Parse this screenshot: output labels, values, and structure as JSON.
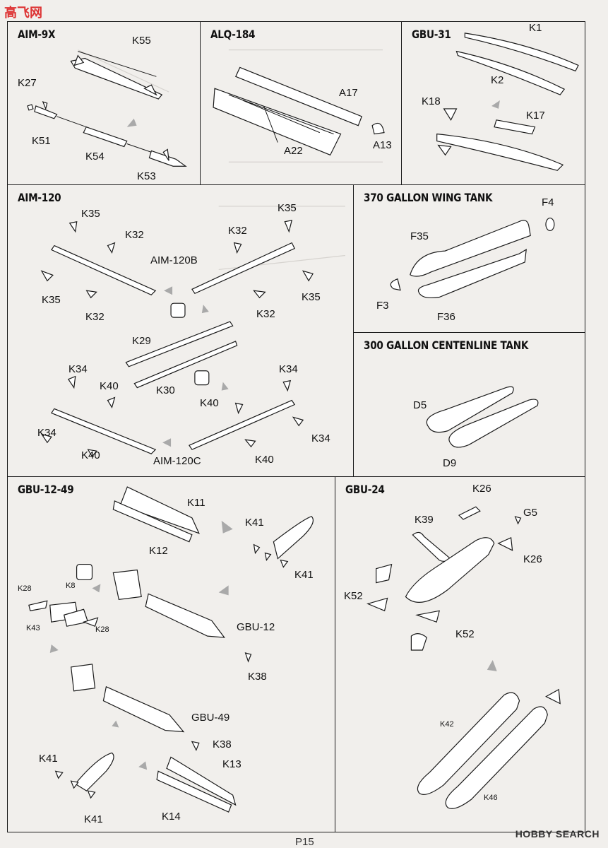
{
  "watermark_tl": "高飞网",
  "watermark_br": "HOBBY SEARCH",
  "page_number": "P15",
  "panels": {
    "aim9x": {
      "title": "AIM-9X",
      "labels": {
        "k55": "K55",
        "k27": "K27",
        "k51": "K51",
        "k54": "K54",
        "k53": "K53"
      }
    },
    "alq184": {
      "title": "ALQ-184",
      "labels": {
        "a17": "A17",
        "a22": "A22",
        "a13": "A13"
      }
    },
    "gbu31": {
      "title": "GBU-31",
      "labels": {
        "k1": "K1",
        "k2": "K2",
        "k18": "K18",
        "k17": "K17"
      }
    },
    "aim120": {
      "title": "AIM-120",
      "labels": {
        "k35a": "K35",
        "k35b": "K35",
        "k35c": "K35",
        "k35d": "K35",
        "k32a": "K32",
        "k32b": "K32",
        "k32c": "K32",
        "k32d": "K32",
        "aim120b": "AIM-120B",
        "k29": "K29",
        "k30": "K30",
        "k34a": "K34",
        "k34b": "K34",
        "k34c": "K34",
        "k34d": "K34",
        "k40a": "K40",
        "k40b": "K40",
        "k40c": "K40",
        "k40d": "K40",
        "aim120c": "AIM-120C"
      }
    },
    "tank370": {
      "title": "370 GALLON WING TANK",
      "labels": {
        "f4": "F4",
        "f35": "F35",
        "f3": "F3",
        "f36": "F36"
      }
    },
    "tank300": {
      "title": "300 GALLON CENTENLINE TANK",
      "labels": {
        "d5": "D5",
        "d9": "D9"
      }
    },
    "gbu1249": {
      "title": "GBU-12-49",
      "labels": {
        "k11": "K11",
        "k12": "K12",
        "k41a": "K41",
        "k41b": "K41",
        "k28a": "K28",
        "k8": "K8",
        "k43": "K43",
        "k28b": "K28",
        "gbu12": "GBU-12",
        "k38a": "K38",
        "gbu49": "GBU-49",
        "k38b": "K38",
        "k41c": "K41",
        "k41d": "K41",
        "k13": "K13",
        "k14": "K14"
      }
    },
    "gbu24": {
      "title": "GBU-24",
      "labels": {
        "k26a": "K26",
        "g5": "G5",
        "k39": "K39",
        "k26b": "K26",
        "k52a": "K52",
        "k52b": "K52",
        "k42": "K42",
        "k46": "K46"
      }
    }
  }
}
